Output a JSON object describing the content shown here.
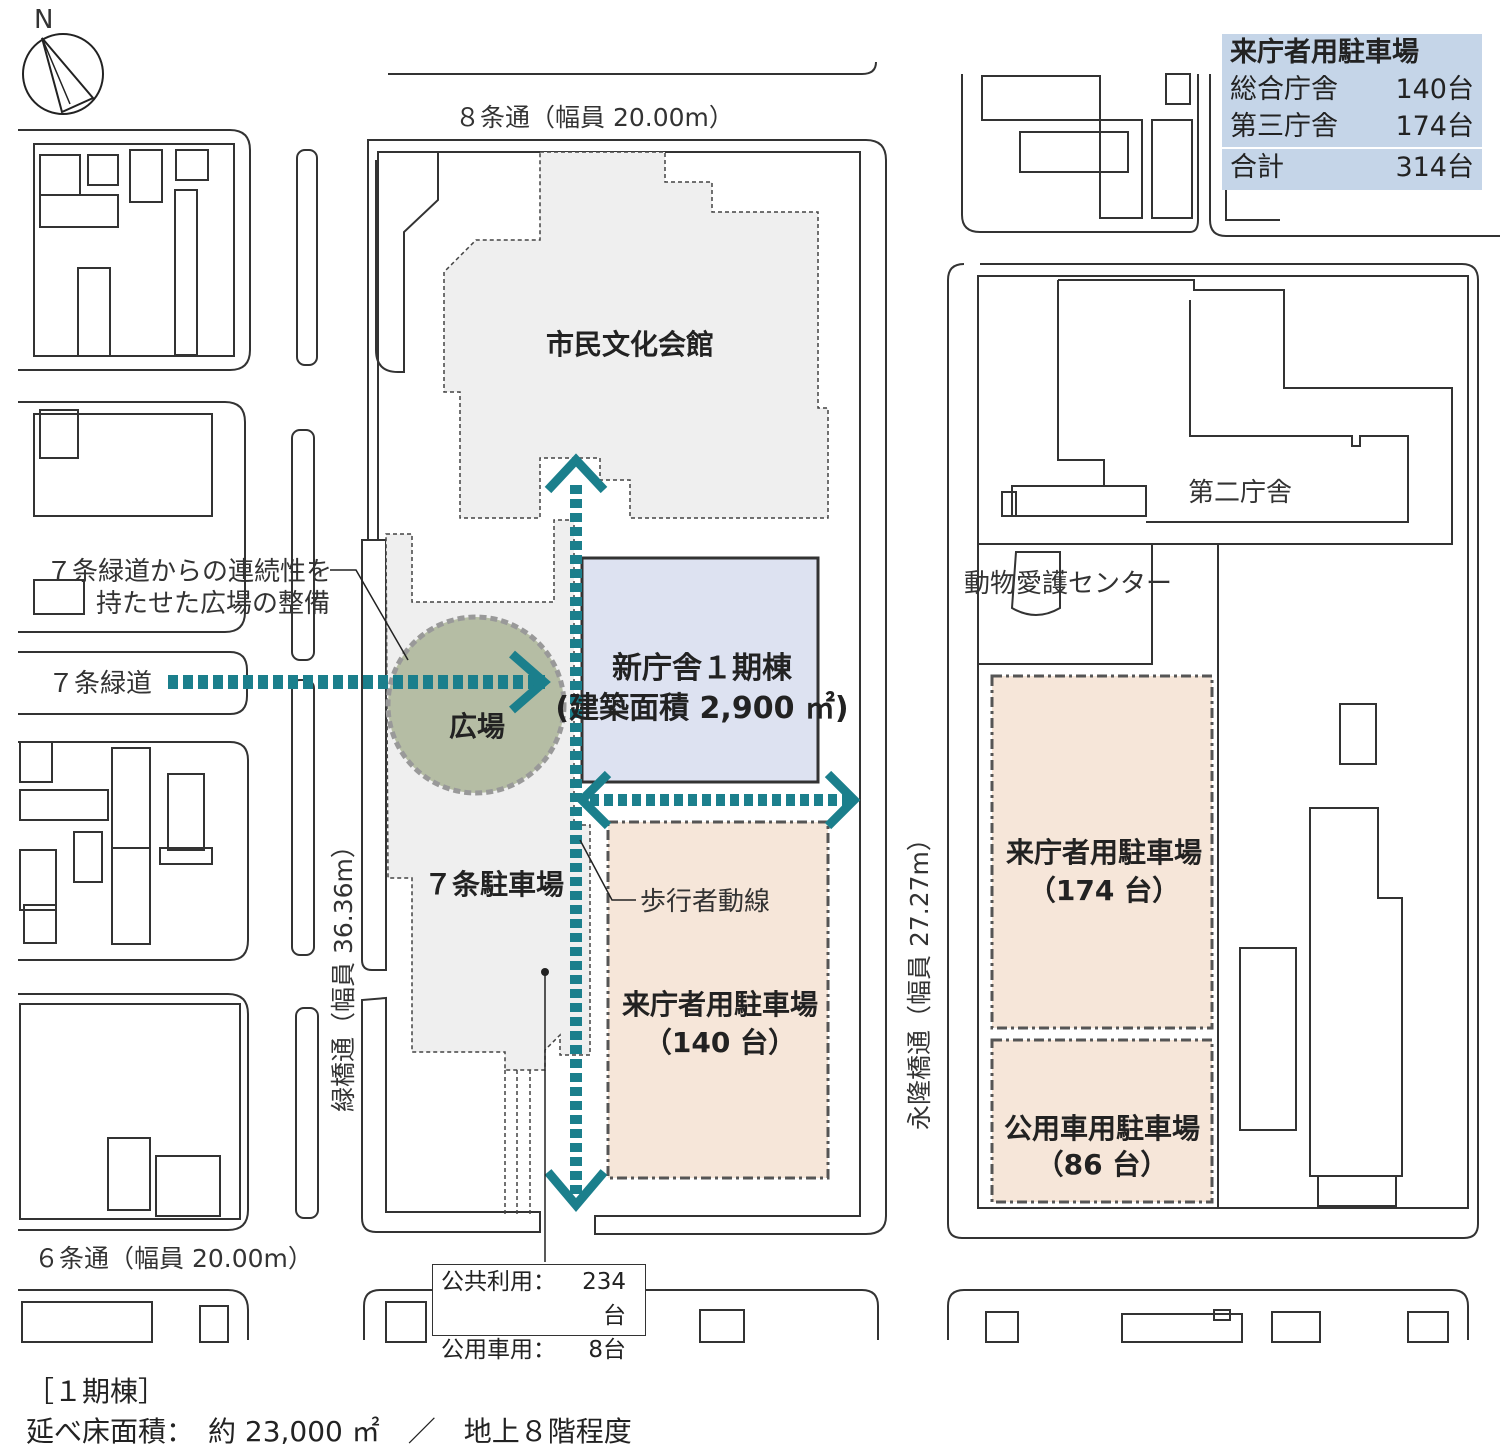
{
  "compass": {
    "label": "N"
  },
  "roads": {
    "north": "８条通（幅員 20.00m）",
    "south": "６条通（幅員 20.00m）",
    "west": "緑橋通（幅員 36.36m）",
    "east": "永隆橋通（幅員 27.27m）"
  },
  "buildings": {
    "culture_hall": "市民文化会館",
    "second_office": "第二庁舎",
    "animal_center": "動物愛護センター",
    "new_office_line1": "新庁舎１期棟",
    "new_office_line2": "(建築面積 2,900 ㎡)",
    "plaza": "広場",
    "parking_7jo": "７条駐車場",
    "visitor_parking_a_line1": "来庁者用駐車場",
    "visitor_parking_a_line2": "（140 台）",
    "visitor_parking_b_line1": "来庁者用駐車場",
    "visitor_parking_b_line2": "（174 台）",
    "official_parking_line1": "公用車用駐車場",
    "official_parking_line2": "（86 台）"
  },
  "annotations": {
    "greenway_note_line1": "７条緑道からの連続性を",
    "greenway_note_line2": "持たせた広場の整備",
    "greenway": "７条緑道",
    "pedestrian": "歩行者動線"
  },
  "legend": {
    "title": "来庁者用駐車場",
    "rows": [
      {
        "label": "総合庁舎",
        "value": "140台"
      },
      {
        "label": "第三庁舎",
        "value": "174台"
      }
    ],
    "total": {
      "label": "合計",
      "value": "314台"
    }
  },
  "parking_counts": {
    "public_label": "公共利用：",
    "public_value": "234台",
    "official_label": "公用車用：",
    "official_value": "8台"
  },
  "footer": {
    "phase": "［１期棟］",
    "summary": "延べ床面積：　約 23,000 ㎡　／　地上８階程度"
  },
  "colors": {
    "office_fill": "#dde2f1",
    "parking_fill": "#f6e6d9",
    "plaza_fill": "#b5bda4",
    "site_fill": "#efefef",
    "arrow": "#1b7f8c",
    "legend_bg": "#c5d5e8"
  }
}
